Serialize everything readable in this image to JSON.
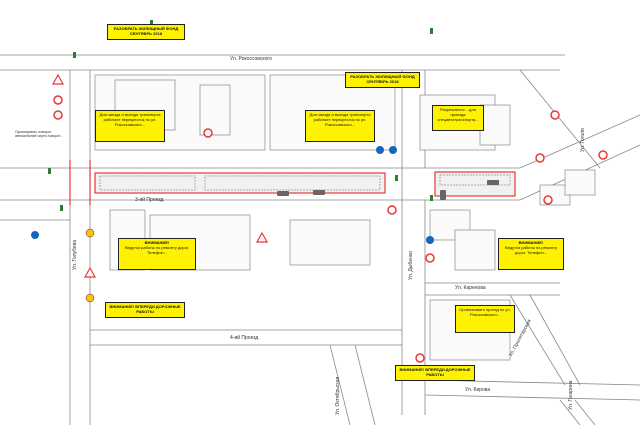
{
  "streets": {
    "top_street": "Ул. Рокоссовского",
    "lane_1": "3-ий Проезд",
    "lane_2": "4-ий Проезд",
    "left_street": "Ул. Голубева",
    "right_street": "Ул. Дыбенко",
    "right_bottom_street": "Ул. Каренова",
    "bottom_street": "Ул. Кирова",
    "bottom_left_street": "Ул. Октябрьская",
    "bottom_right_street": "Ул. Гагарина",
    "bottom_mid_street": "Ул. Пролетарская",
    "right_top_street": "Ул. Гоголя"
  },
  "signs_top": {
    "left": "РАЗОБРАТЬ ЖИЛИЩНЫЙ ФОНД СЕНТЯБРЬ 2018",
    "right": "РАЗОБРАТЬ ЖИЛИЩНЫЙ ФОНД СЕНТЯБРЬ 2018"
  },
  "note_left": "Организовать поворот автомобилей через поворот...",
  "notes": {
    "mid_left": "Для заезда и выезда транспорта работает перекресток по ул. Рокоссовского...",
    "mid_right": "Для заезда и выезда транспорта работает перекресток по ул. Рокоссовского...",
    "right_small": "Разрешается ...для проезда спецавтотранспорта...",
    "box_center_title": "ВНИМАНИЕ!",
    "box_center_body": "Ведутся работы по ремонту дорог. Телефон...",
    "box_right_title": "ВНИМАНИЕ!",
    "box_right_body": "Ведутся работы по ремонту дорог. Телефон...",
    "box_bottom_right": "Организовать проезд по ул. Рокоссовского...",
    "warning_left": "ВНИМАНИЕ! ВПЕРЕДИ ДОРОЖНЫЕ РАБОТЫ",
    "warning_bottom": "ВНИМАНИЕ! ВПЕРЕДИ ДОРОЖНЫЕ РАБОТЫ"
  },
  "colors": {
    "work_zone": "#e53935",
    "sign_yellow": "#fff200",
    "sign_blue": "#1565c0",
    "road_line": "#888888"
  }
}
